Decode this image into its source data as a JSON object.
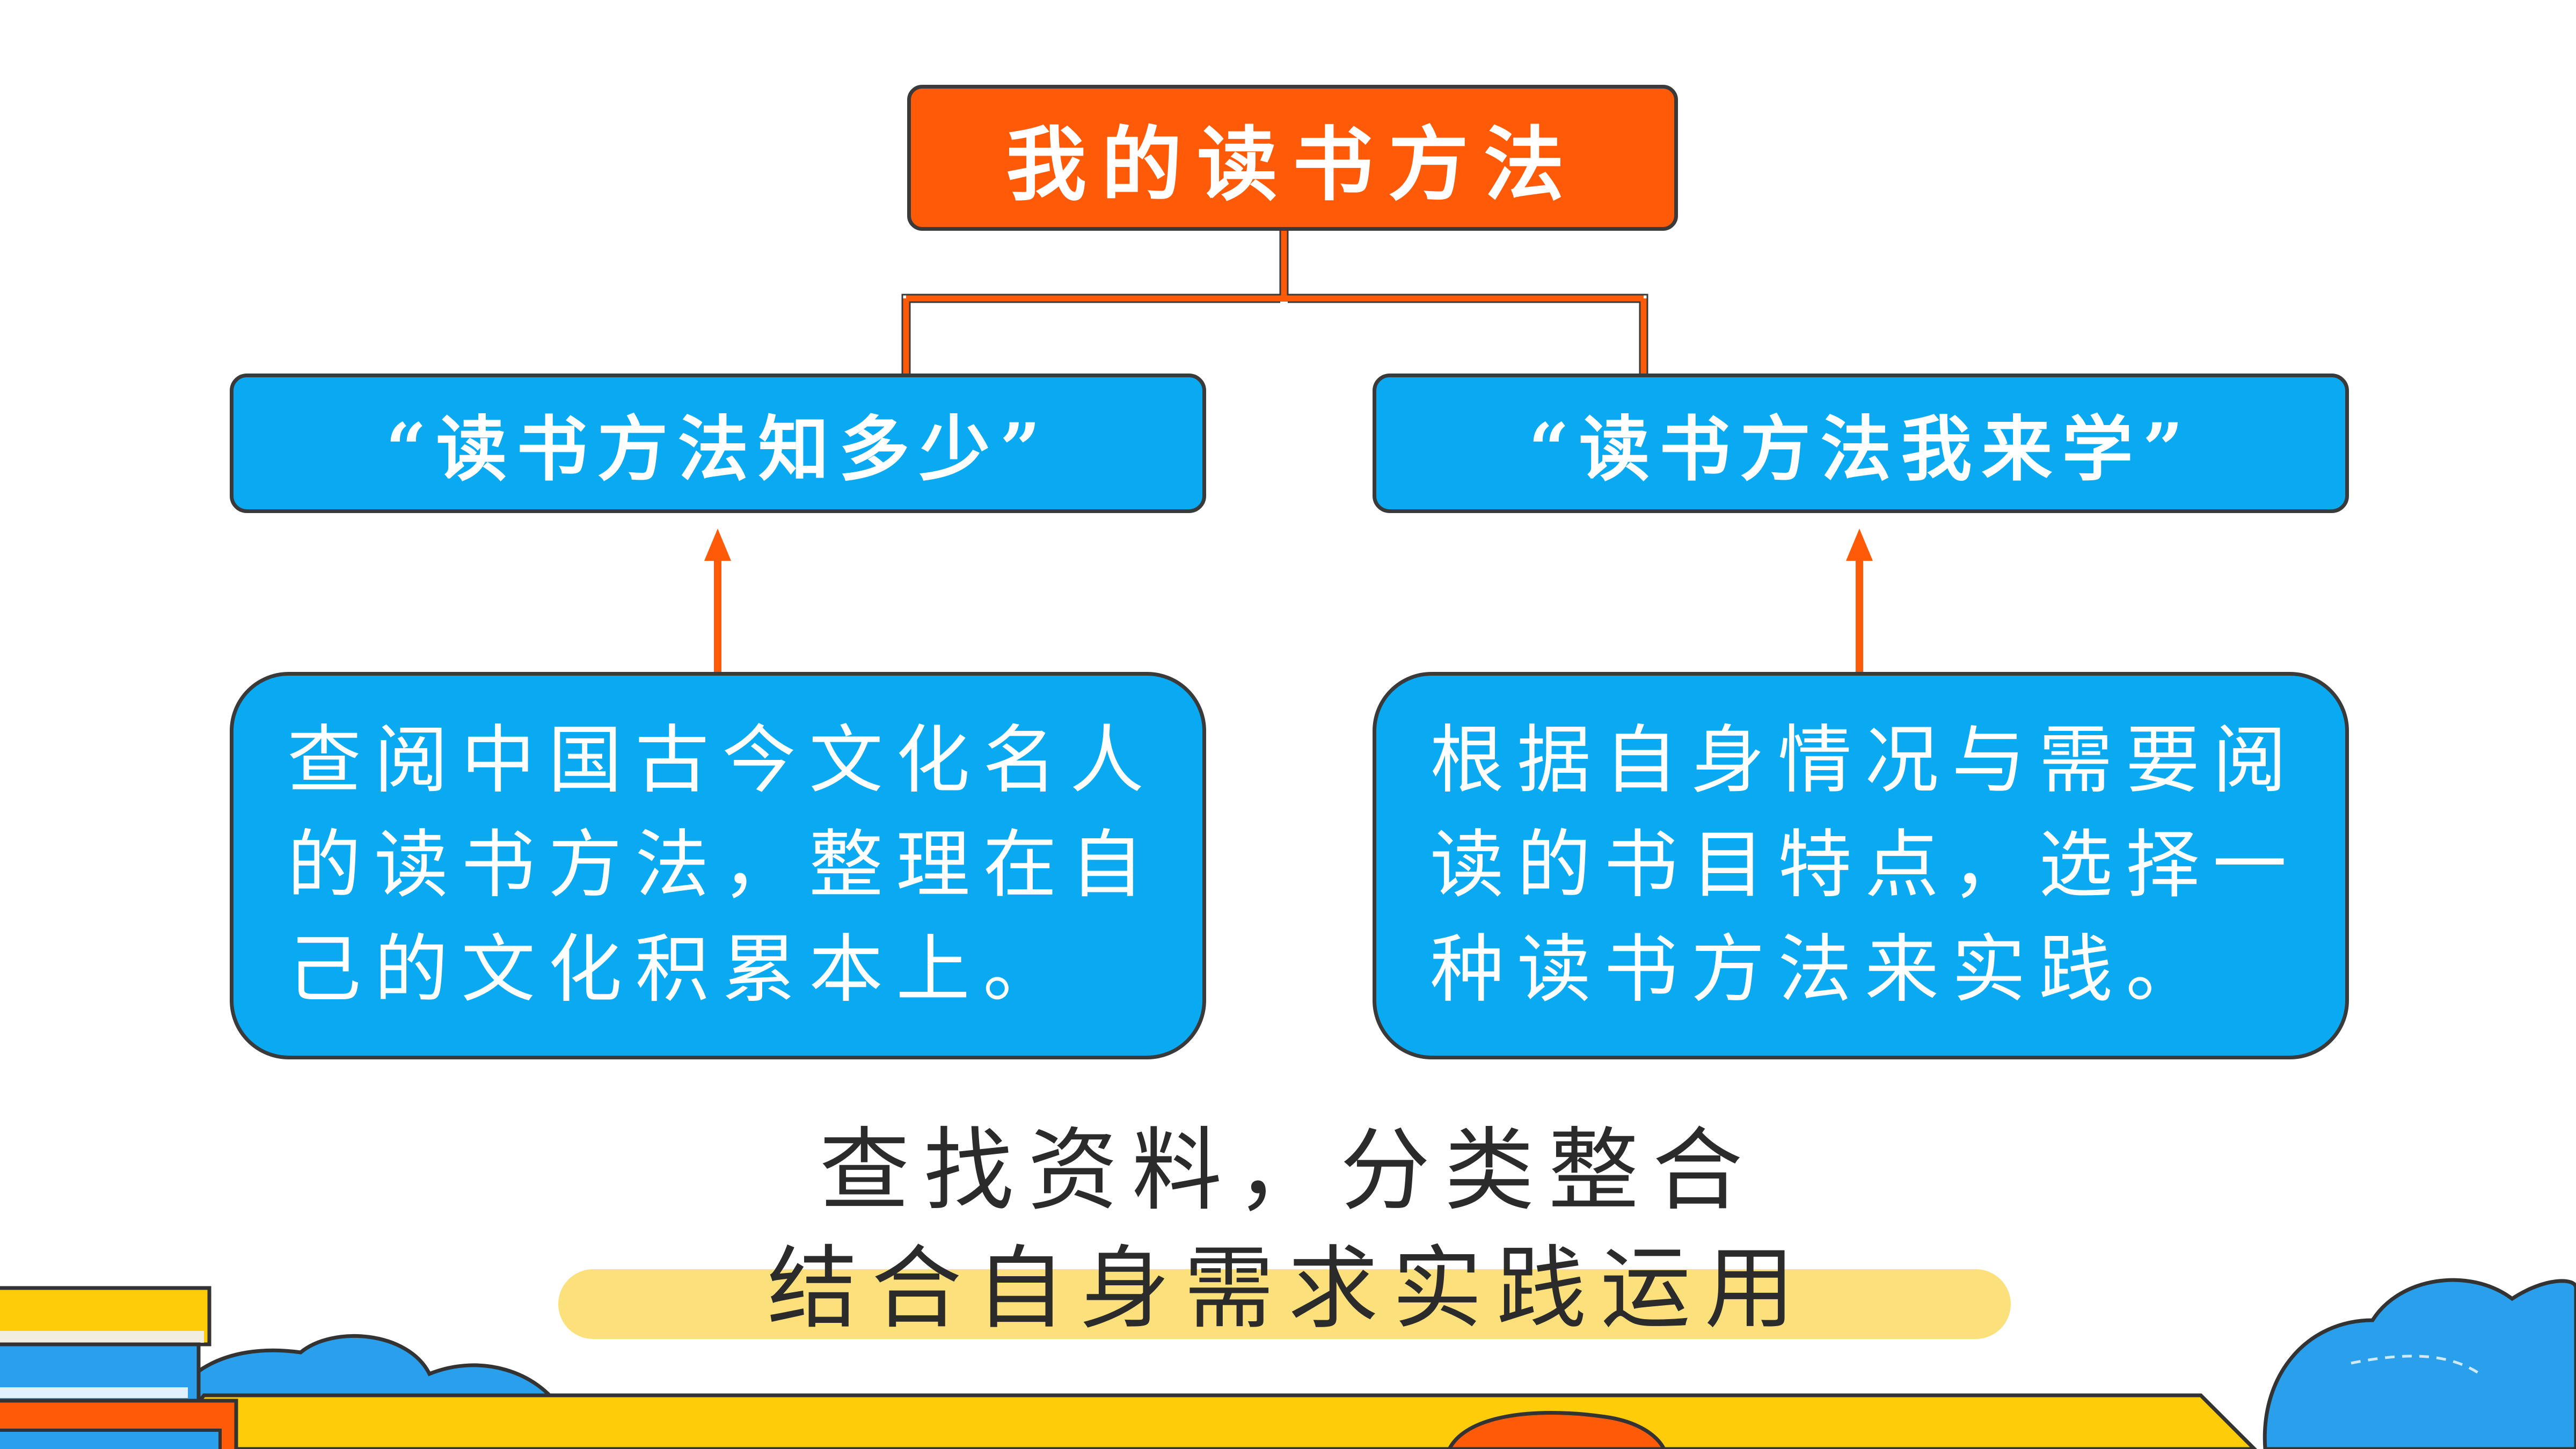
{
  "diagram": {
    "title": "我的读书方法",
    "left_topic": "“读书方法知多少”",
    "right_topic": "“读书方法我来学”",
    "left_detail": [
      "查阅中国古今文化名人",
      "的读书方法，整理在自",
      "己的文化积累本上。"
    ],
    "right_detail": [
      "根据自身情况与需要阅",
      "读的书目特点，选择一",
      "种读书方法来实践。"
    ]
  },
  "summary": {
    "line1": "查找资料，分类整合",
    "line2": "结合自身需求实践运用"
  },
  "colors": {
    "title_fill": "#ff5a08",
    "box_fill": "#0aaaf2",
    "connector": "#ff5a08",
    "highlight": "#fce07c",
    "floor": "#ffcc0a"
  }
}
